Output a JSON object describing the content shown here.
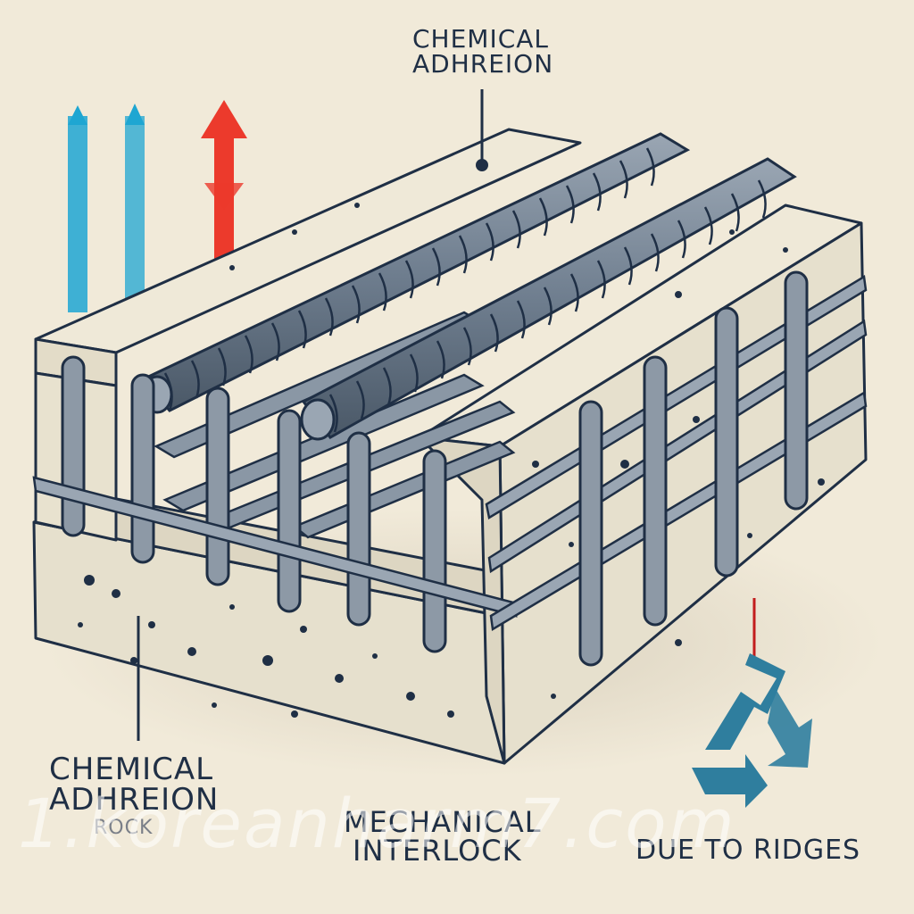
{
  "labels": {
    "top_line1": "CHEMICAL",
    "top_line2": "ADHREION",
    "left_line1": "CHEMICAL",
    "left_line2": "ADHREION",
    "left_line3": "ROCK",
    "center_line1": "MECHANICAL",
    "center_line2": "INTERLOCK",
    "right_line1": "DUE TO RIDGES"
  },
  "watermark": "1.koreanharm7.com",
  "colors": {
    "background": "#f1ead9",
    "concrete": "#e9e4d2",
    "rebar": "#6d7d8e",
    "outline": "#1f2f45",
    "arrow_blue": "#1ea6d2",
    "arrow_red": "#ec3a2c",
    "recycle": "#2f7e9e"
  },
  "icons": [
    "up-arrow-icon",
    "down-arrow-icon",
    "recycle-icon"
  ]
}
